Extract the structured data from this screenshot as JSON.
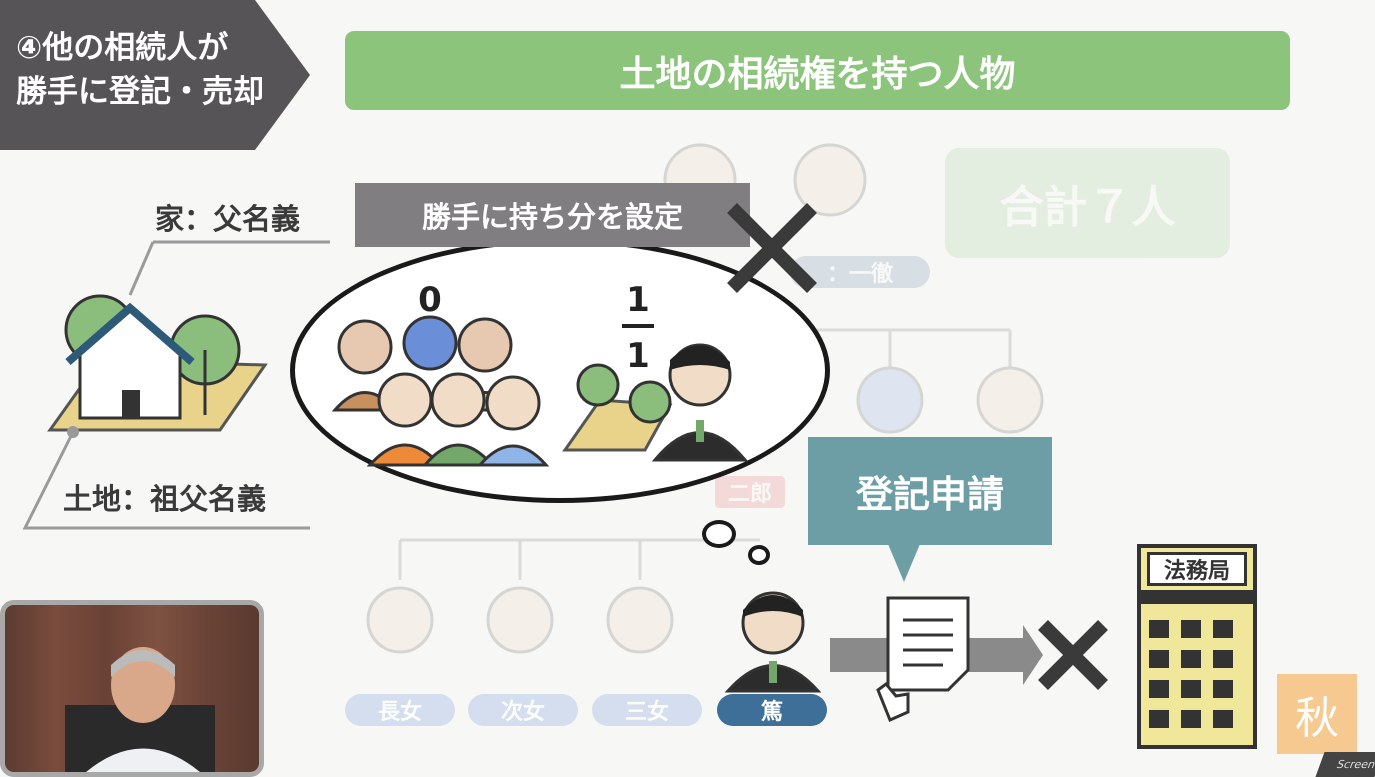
{
  "step": {
    "line1": "④他の相続人が",
    "line2": "勝手に登記・売却"
  },
  "header": {
    "title": "土地の相続権を持つ人物"
  },
  "background": {
    "total": "合計７人",
    "grandpa_label": "：一徹",
    "name_label": "二郎"
  },
  "house_label": "家：父名義",
  "land_label": "土地：祖父名義",
  "setup_banner": "勝手に持ち分を設定",
  "thought": {
    "zero": "0",
    "numerator": "1",
    "denominator": "1"
  },
  "registration_label": "登記申請",
  "office_label": "法務局",
  "children": {
    "eldest_daughter": "長女",
    "second_daughter": "次女",
    "third_daughter": "三女",
    "son": "篤"
  },
  "watermark_char": "秋",
  "corner_badge": "Screen",
  "colors": {
    "accent_green": "#8cc47c",
    "dark_tag": "#565456",
    "teal_box": "#6d9ea6",
    "name_pill": "#3d6f98",
    "icon_green": "#73a86a"
  }
}
